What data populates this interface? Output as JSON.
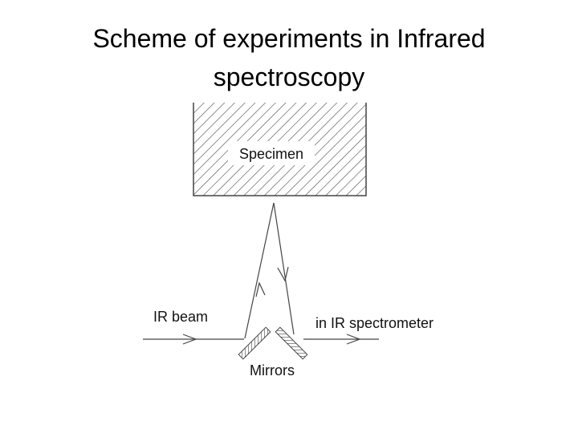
{
  "slide": {
    "title_line1": "Scheme of experiments in Infrared",
    "title_line2": "spectroscopy"
  },
  "diagram": {
    "specimen_label": "Specimen",
    "ir_beam_label": "IR beam",
    "spectrometer_label": "in IR spectrometer",
    "mirrors_label": "Mirrors",
    "line_color": "#444444"
  }
}
